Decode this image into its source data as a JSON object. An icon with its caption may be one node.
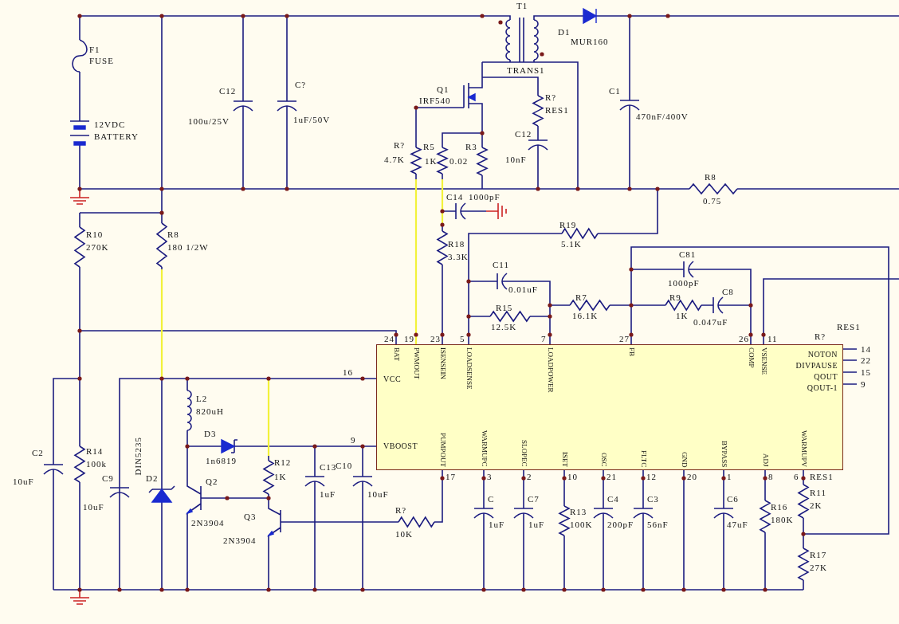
{
  "diagram": {
    "nodes": [
      {
        "text": [
          "BAT",
          "PWMOUT",
          "ISENSEIN",
          "LOADSENSE",
          "LOADPOWER",
          "FB",
          "COMP",
          "VSENSE",
          "VCC",
          "NOTON",
          "DIVPAUSE",
          "QOUT",
          "QOUT-1",
          "VBOOST",
          "PUMPOUT",
          "WARMUPC",
          "SLOPEC",
          "ISET",
          "OSC",
          "FLTC",
          "GND",
          "BYPASS",
          "ADJ",
          "WARMUPV"
        ]
      }
    ],
    "labels": [
      "F1",
      "FUSE",
      "12VDC",
      "BATTERY",
      "C12",
      "100u/25V",
      "C?",
      "1uF/50V",
      "T1",
      "D1",
      "MUR160",
      "TRANS1",
      "Q1",
      "IRF540",
      "R?",
      "RES1",
      "C12",
      "10nF",
      "C1",
      "470nF/400V",
      "R?",
      "4.7K",
      "R5",
      "1K",
      "R3",
      "0.02",
      "C14",
      "1000pF",
      "R8",
      "0.75",
      "R19",
      "5.1K",
      "R10",
      "270K",
      "R8",
      "180 1/2W",
      "R18",
      "3.3K",
      "C11",
      "0.01uF",
      "R15",
      "12.5K",
      "C81",
      "1000pF",
      "C8",
      "R7",
      "16.1K",
      "R9",
      "1K",
      "0.047uF",
      "R?",
      "RES1",
      "24",
      "19",
      "23",
      "5",
      "7",
      "27",
      "26",
      "11",
      "14",
      "22",
      "15",
      "9",
      "16",
      "9",
      "L2",
      "820uH",
      "D3",
      "1n6819",
      "R12",
      "1K",
      "C13",
      "1uF",
      "C10",
      "10uF",
      "C2",
      "10uF",
      "R14",
      "100k",
      "C9",
      "10uF",
      "DIN5235",
      "D2",
      "Q2",
      "2N3904",
      "Q3",
      "2N3904",
      "R?",
      "10K",
      "17",
      "3",
      "2",
      "10",
      "21",
      "12",
      "20",
      "1",
      "8",
      "6",
      "C",
      "1uF",
      "C7",
      "1uF",
      "R13",
      "100K",
      "C4",
      "200pF",
      "C3",
      "56nF",
      "C6",
      "47uF",
      "R16",
      "180K",
      "RES1",
      "R11",
      "2K",
      "R17",
      "27K"
    ]
  }
}
